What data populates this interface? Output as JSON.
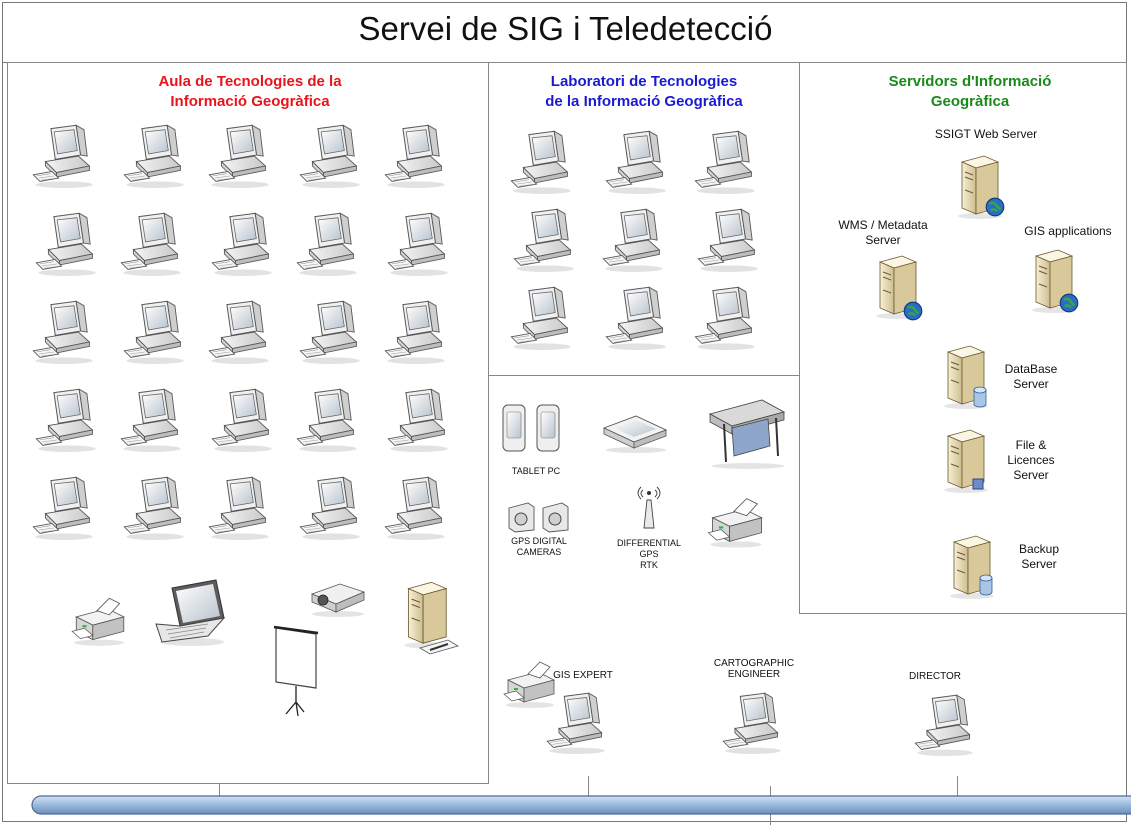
{
  "title": "Servei de SIG i Teledetecció",
  "sections": {
    "aula": {
      "line1": "Aula de Tecnologies de la",
      "line2": "Informació Geogràfica",
      "color": "#e8141b"
    },
    "laboratori": {
      "line1": "Laboratori de Tecnologies",
      "line2": "de la Informació Geogràfica",
      "color": "#1a1ad2"
    },
    "servidors": {
      "line1": "Servidors d'Informació",
      "line2": "Geogràfica",
      "color": "#1a8a1a"
    }
  },
  "servers": {
    "web": "SSIGT Web Server",
    "wms_line1": "WMS / Metadata",
    "wms_line2": "Server",
    "gis": "GIS applications",
    "db_line1": "DataBase",
    "db_line2": "Server",
    "file_line1": "File &",
    "file_line2": "Licences",
    "file_line3": "Server",
    "backup_line1": "Backup",
    "backup_line2": "Server"
  },
  "devices": {
    "tablet": "TABLET PC",
    "gps_line1": "GPS DIGITAL",
    "gps_line2": "CAMERAS",
    "diff_line1": "DIFFERENTIAL",
    "diff_line2": "GPS",
    "diff_line3": "RTK"
  },
  "staff": {
    "gis_expert": "GIS EXPERT",
    "cart_line1": "CARTOGRAPHIC",
    "cart_line2": "ENGINEER",
    "director": "DIRECTOR"
  },
  "icons": [
    "workstation-icon",
    "printer-icon",
    "laptop-icon",
    "projector-icon",
    "projection-screen-icon",
    "tower-server-icon",
    "web-server-icon",
    "database-server-icon",
    "file-server-icon",
    "backup-server-icon",
    "tablet-icon",
    "camera-icon",
    "antenna-icon",
    "scanner-icon",
    "plotter-icon"
  ],
  "colors": {
    "network_bus": "#a9c4e2",
    "server_body": "#e9dcb8",
    "globe": "#2b6cc4"
  }
}
